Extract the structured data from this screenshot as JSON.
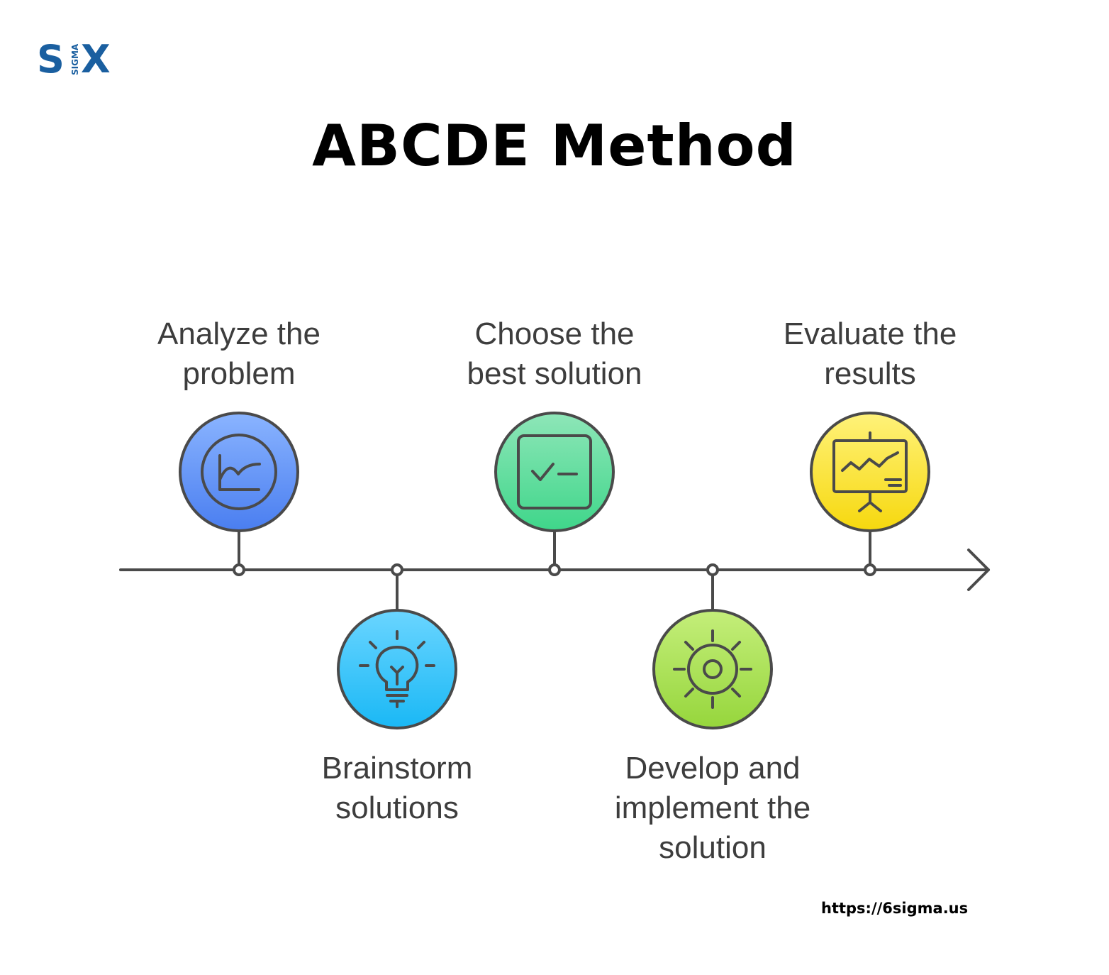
{
  "header": {
    "logo": {
      "letter_left": "S",
      "letter_vertical": "SIGMA",
      "letter_right": "X",
      "color": "#1a5fa0"
    },
    "title": "ABCDE Method"
  },
  "steps": [
    {
      "label": "Analyze the problem",
      "lines": [
        "Analyze the",
        "problem"
      ],
      "icon": "line-chart-icon",
      "color_top": "#8ab4ff",
      "color_bottom": "#4a7ef0"
    },
    {
      "label": "Brainstorm solutions",
      "lines": [
        "Brainstorm",
        "solutions"
      ],
      "icon": "lightbulb-icon",
      "color_top": "#6ad5ff",
      "color_bottom": "#1ab8f5"
    },
    {
      "label": "Choose the best solution",
      "lines": [
        "Choose the",
        "best solution"
      ],
      "icon": "checklist-icon",
      "color_top": "#8ee6b8",
      "color_bottom": "#3fd68a"
    },
    {
      "label": "Develop and implement the solution",
      "lines": [
        "Develop and",
        "implement the",
        "solution"
      ],
      "icon": "gear-icon",
      "color_top": "#c4ee7a",
      "color_bottom": "#96d63c"
    },
    {
      "label": "Evaluate the results",
      "lines": [
        "Evaluate the",
        "results"
      ],
      "icon": "presentation-board-icon",
      "color_top": "#fff27a",
      "color_bottom": "#f6d80e"
    }
  ],
  "footer": {
    "url": "https://6sigma.us"
  },
  "colors": {
    "line": "#4a4a4a",
    "text": "#3d3d3d"
  }
}
